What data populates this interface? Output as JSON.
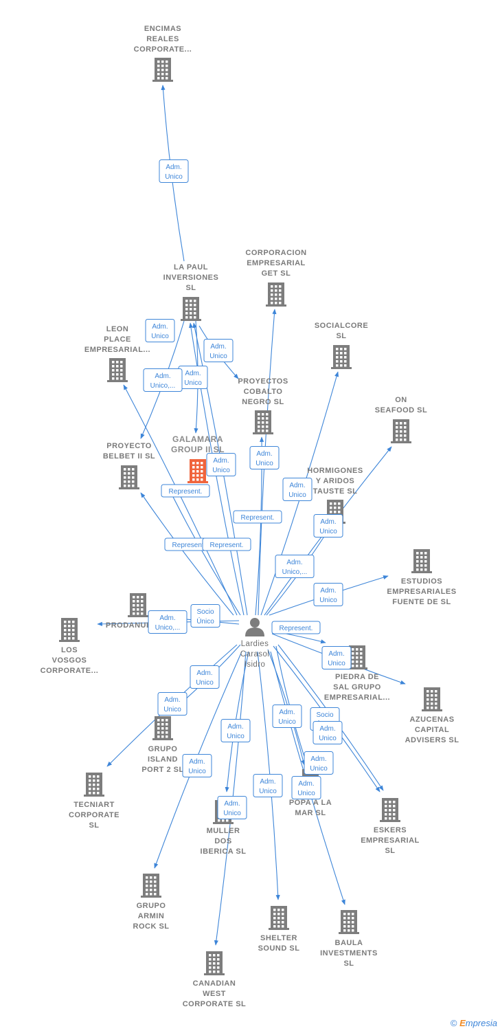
{
  "person": {
    "lines": [
      "Lardies",
      "Carasol",
      "Isidro"
    ]
  },
  "nodes": [
    {
      "id": "encimas",
      "lines": [
        "ENCIMAS",
        "REALES",
        "CORPORATE..."
      ],
      "focus": false
    },
    {
      "id": "lapaul",
      "lines": [
        "LA PAUL",
        "INVERSIONES",
        "SL"
      ],
      "focus": false
    },
    {
      "id": "corporacion",
      "lines": [
        "CORPORACION",
        "EMPRESARIAL",
        "GET  SL"
      ],
      "focus": false
    },
    {
      "id": "socialcore",
      "lines": [
        "SOCIALCORE",
        "SL"
      ],
      "focus": false
    },
    {
      "id": "leon",
      "lines": [
        "LEON",
        "PLACE",
        "EMPRESARIAL..."
      ],
      "focus": false
    },
    {
      "id": "cobalto",
      "lines": [
        "PROYECTOS",
        "COBALTO",
        "NEGRO  SL"
      ],
      "focus": false
    },
    {
      "id": "onseafood",
      "lines": [
        "ON",
        "SEAFOOD  SL"
      ],
      "focus": false
    },
    {
      "id": "belbet",
      "lines": [
        "PROYECTO",
        "BELBET II  SL"
      ],
      "focus": false
    },
    {
      "id": "galamara",
      "lines": [
        "GALAMARA",
        "GROUP II  SL"
      ],
      "focus": true
    },
    {
      "id": "hormigones",
      "lines": [
        "HORMIGONES",
        "Y ARIDOS",
        "TAUSTE  SL"
      ],
      "focus": false
    },
    {
      "id": "estudios",
      "lines": [
        "ESTUDIOS",
        "EMPRESARIALES",
        "FUENTE DE  SL"
      ],
      "focus": false
    },
    {
      "id": "prodanub",
      "lines": [
        "PRODANUB..."
      ],
      "focus": false
    },
    {
      "id": "losvosgos",
      "lines": [
        "LOS",
        "VOSGOS",
        "CORPORATE..."
      ],
      "focus": false
    },
    {
      "id": "piedra",
      "lines": [
        "PIEDRA DE",
        "SAL GRUPO",
        "EMPRESARIAL..."
      ],
      "focus": false
    },
    {
      "id": "azucenas",
      "lines": [
        "AZUCENAS",
        "CAPITAL",
        "ADVISERS  SL"
      ],
      "focus": false
    },
    {
      "id": "island",
      "lines": [
        "GRUPO",
        "ISLAND",
        "PORT 2  SL"
      ],
      "focus": false
    },
    {
      "id": "tecniart",
      "lines": [
        "TECNIART",
        "CORPORATE",
        "SL"
      ],
      "focus": false
    },
    {
      "id": "popa",
      "lines": [
        "POPA A LA",
        "MAR  SL"
      ],
      "focus": false
    },
    {
      "id": "muller",
      "lines": [
        "MULLER",
        "DOS",
        "IBERICA  SL"
      ],
      "focus": false
    },
    {
      "id": "eskers",
      "lines": [
        "ESKERS",
        "EMPRESARIAL",
        "SL"
      ],
      "focus": false
    },
    {
      "id": "armin",
      "lines": [
        "GRUPO",
        "ARMIN",
        "ROCK  SL"
      ],
      "focus": false
    },
    {
      "id": "shelter",
      "lines": [
        "SHELTER",
        "SOUND  SL"
      ],
      "focus": false
    },
    {
      "id": "baula",
      "lines": [
        "BAULA",
        "INVESTMENTS",
        "SL"
      ],
      "focus": false
    },
    {
      "id": "canadian",
      "lines": [
        "CANADIAN",
        "WEST",
        "CORPORATE SL"
      ],
      "focus": false
    }
  ],
  "edges": [
    {
      "from": "lapaul",
      "to": "encimas",
      "lines": [
        "Adm.",
        "Unico"
      ]
    },
    {
      "from": "lapaul",
      "to": "belbet",
      "lines": [
        "Adm.",
        "Unico"
      ]
    },
    {
      "from": "lapaul",
      "to": "cobalto",
      "lines": [
        "Adm.",
        "Unico"
      ]
    },
    {
      "from": "lapaul",
      "to": "galamara",
      "lines": [
        "Adm.",
        "Unico"
      ]
    },
    {
      "from": "person",
      "to": "lapaul",
      "lines": [
        "Adm.",
        "Unico,..."
      ]
    },
    {
      "from": "person",
      "to": "lapaul",
      "lines": [
        "Adm.",
        "Unico"
      ]
    },
    {
      "from": "person",
      "to": "galamara",
      "lines": [
        "Represent."
      ]
    },
    {
      "from": "person",
      "to": "leon",
      "lines": [
        "Represent."
      ]
    },
    {
      "from": "person",
      "to": "belbet",
      "lines": [
        "Represent."
      ]
    },
    {
      "from": "person",
      "to": "cobalto",
      "lines": [
        "Adm.",
        "Unico"
      ]
    },
    {
      "from": "person",
      "to": "corporacion",
      "lines": [
        "Represent."
      ]
    },
    {
      "from": "person",
      "to": "socialcore",
      "lines": [
        "Adm.",
        "Unico"
      ]
    },
    {
      "from": "person",
      "to": "onseafood",
      "lines": [
        "Adm.",
        "Unico"
      ]
    },
    {
      "from": "person",
      "to": "hormigones",
      "lines": [
        "Adm.",
        "Unico,..."
      ]
    },
    {
      "from": "person",
      "to": "estudios",
      "lines": [
        "Adm.",
        "Unico"
      ]
    },
    {
      "from": "person",
      "to": "prodanub",
      "lines": [
        "Adm.",
        "Unico,..."
      ]
    },
    {
      "from": "person",
      "to": "losvosgos",
      "lines": [
        "Socio",
        "Único"
      ]
    },
    {
      "from": "person",
      "to": "piedra",
      "lines": [
        "Represent."
      ]
    },
    {
      "from": "person",
      "to": "azucenas",
      "lines": [
        "Adm.",
        "Unico"
      ]
    },
    {
      "from": "person",
      "to": "island",
      "lines": [
        "Adm.",
        "Unico"
      ]
    },
    {
      "from": "person",
      "to": "tecniart",
      "lines": [
        "Adm.",
        "Unico"
      ]
    },
    {
      "from": "person",
      "to": "popa",
      "lines": [
        "Adm.",
        "Unico"
      ]
    },
    {
      "from": "person",
      "to": "muller",
      "lines": [
        "Adm.",
        "Unico"
      ]
    },
    {
      "from": "person",
      "to": "eskers",
      "lines": [
        "Socio",
        "Único"
      ]
    },
    {
      "from": "person",
      "to": "armin",
      "lines": [
        "Adm.",
        "Unico"
      ]
    },
    {
      "from": "person",
      "to": "shelter",
      "lines": [
        "Adm.",
        "Unico"
      ]
    },
    {
      "from": "person",
      "to": "baula",
      "lines": [
        "Adm.",
        "Unico"
      ]
    },
    {
      "from": "person",
      "to": "canadian",
      "lines": [
        "Adm.",
        "Unico"
      ]
    },
    {
      "from": "person",
      "to": "popa",
      "lines": [
        "Adm.",
        "Unico"
      ]
    },
    {
      "from": "person",
      "to": "eskers",
      "lines": [
        "Adm.",
        "Unico"
      ]
    }
  ],
  "footer": {
    "copyright": "©",
    "brand_first": "E",
    "brand_rest": "mpresia"
  },
  "colors": {
    "edge": "#3d85d8",
    "building": "#7d7d7d",
    "focus_building": "#f0643c",
    "person": "#7d7d7d"
  },
  "icons": {
    "company": "building-icon",
    "person": "person-icon"
  }
}
